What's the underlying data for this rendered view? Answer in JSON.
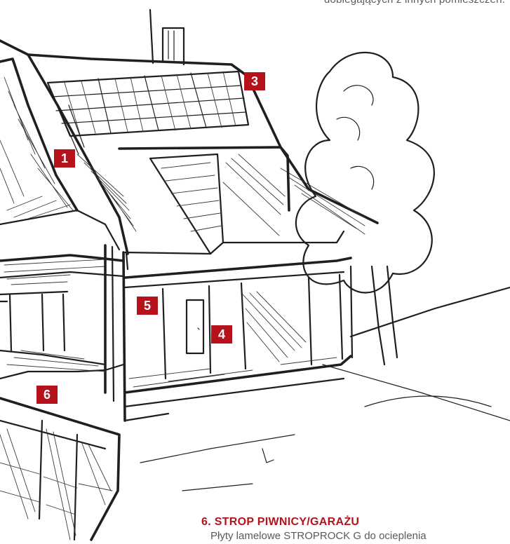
{
  "caption_top": "dobiegających z innych pomieszczeń.",
  "markers": [
    {
      "id": "1",
      "label": "1"
    },
    {
      "id": "3",
      "label": "3"
    },
    {
      "id": "5",
      "label": "5"
    },
    {
      "id": "4",
      "label": "4"
    },
    {
      "id": "6",
      "label": "6"
    }
  ],
  "section": {
    "heading": "6. STROP PIWNICY/GARAŻU",
    "body": "Płyty lamelowe STROPROCK G do ocieplenia"
  },
  "colors": {
    "marker_bg": "#b5121b",
    "heading": "#b5121b",
    "body_text": "#5a5a5a",
    "sketch_stroke": "#1f1f1f"
  }
}
